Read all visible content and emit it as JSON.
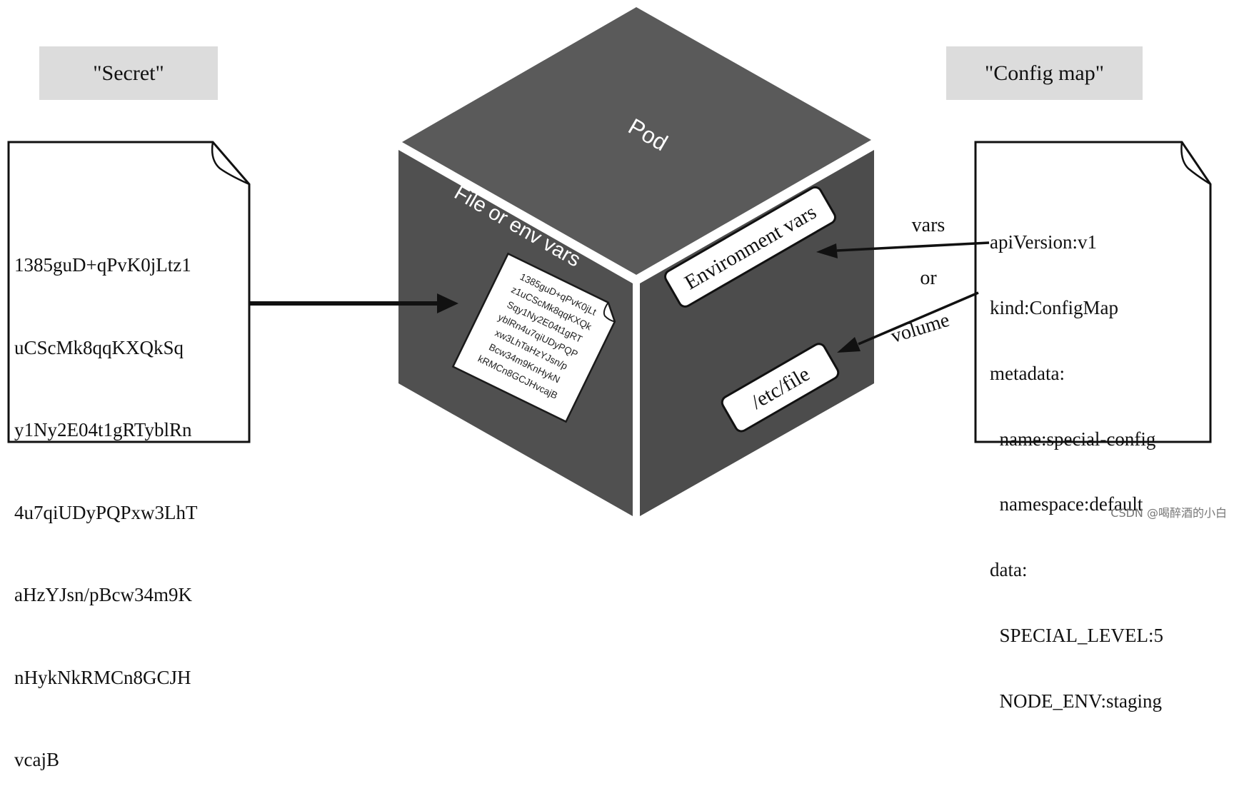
{
  "secret": {
    "title": "\"Secret\"",
    "lines": [
      "1385guD+qPvK0jLtz1",
      "uCScMk8qqKXQkSq",
      "y1Ny2E04t1gRTyblRn",
      "4u7qiUDyPQPxw3LhT",
      "aHzYJsn/pBcw34m9K",
      "nHykNkRMCn8GCJH",
      "vcajB"
    ]
  },
  "config_map": {
    "title": "\"Config map\"",
    "lines": [
      "apiVersion:v1",
      "kind:ConfigMap",
      "metadata:",
      "  name:special-config",
      "  namespace:default",
      "data:",
      "  SPECIAL_LEVEL:5",
      "  NODE_ENV:staging"
    ]
  },
  "pod": {
    "label": "Pod",
    "left_face_label": "File or env vars",
    "inner_doc_lines": [
      "1385guD+qPvK0jLt",
      "z1uCScMk8qqKXQk",
      "Sqy1Ny2E04t1gRT",
      "yblRn4u7qiUDyPQP",
      "xw3LhTaHzYJsn/p",
      "Bcw34m9KnHykN",
      "kRMCn8GCJHvcajB"
    ],
    "env_box_label": "Environment vars",
    "file_box_label": "/etc/file"
  },
  "connector_labels": {
    "vars": "vars",
    "or": "or",
    "volume": "volume"
  },
  "watermark": "CSDN @喝醉酒的小白",
  "colors": {
    "cube_top": "#5a5a5a",
    "cube_left": "#505050",
    "cube_right": "#4c4c4c",
    "title_bg": "#dcdcdc",
    "ink": "#111111"
  }
}
